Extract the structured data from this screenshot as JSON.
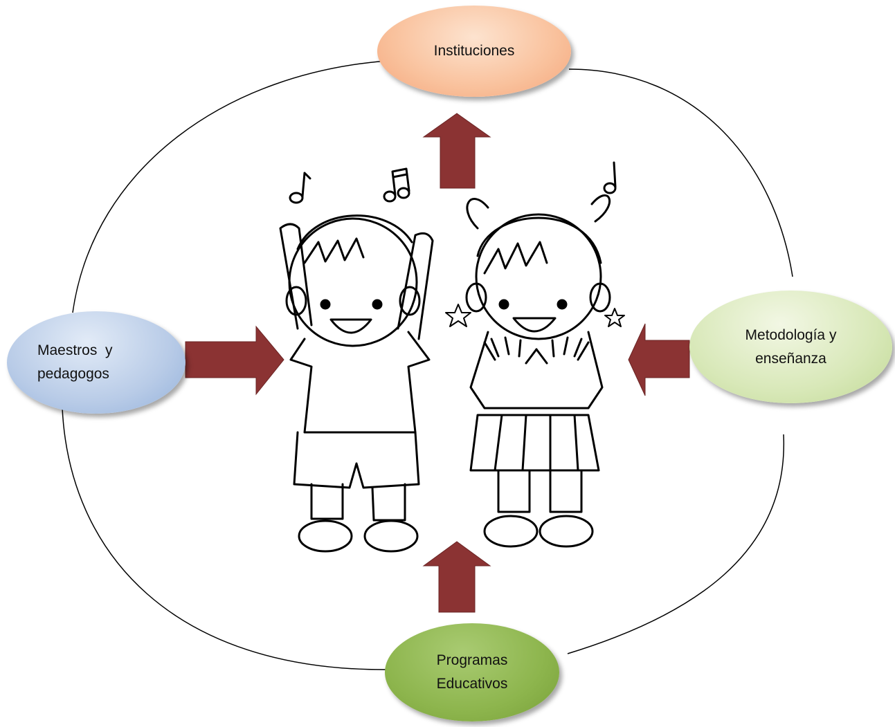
{
  "diagram": {
    "center_image": "two children singing and clapping (line drawing)",
    "nodes": {
      "top": {
        "line1": "Instituciones"
      },
      "left": {
        "line1": "Maestros  y",
        "line2": "pedagogos"
      },
      "right": {
        "line1": "Metodología y",
        "line2": "enseñanza"
      },
      "bottom": {
        "line1": "Programas",
        "line2": "Educativos"
      }
    },
    "colors": {
      "arrow": "#8b3333",
      "top_node": "#f9c19c",
      "left_node": "#b8cbe7",
      "right_node": "#d8e8b8",
      "bottom_node": "#8db54d",
      "connector": "#000000"
    }
  }
}
